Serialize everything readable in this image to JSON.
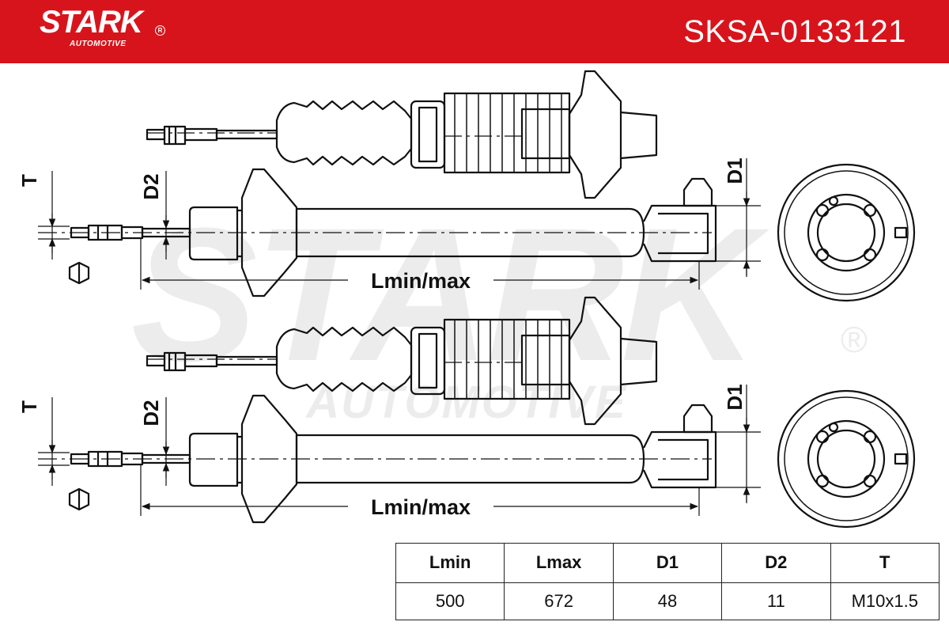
{
  "header": {
    "brand": "STARK",
    "brand_sub": "AUTOMOTIVE",
    "registered": "R",
    "part_number": "SKSA-0133121",
    "color": "#d7141c"
  },
  "watermark": {
    "word": "STARK",
    "sub": "AUTOMOTIVE",
    "registered": "®"
  },
  "diagram": {
    "labels": {
      "thread": "T",
      "rod_diameter": "D2",
      "eye_diameter": "D1",
      "length": "Lmin/max"
    }
  },
  "specs": {
    "headers": [
      "Lmin",
      "Lmax",
      "D1",
      "D2",
      "T"
    ],
    "values": [
      "500",
      "672",
      "48",
      "11",
      "M10x1.5"
    ]
  },
  "colors": {
    "line": "#111111",
    "watermark": "#ececec",
    "brand": "#d7141c"
  }
}
